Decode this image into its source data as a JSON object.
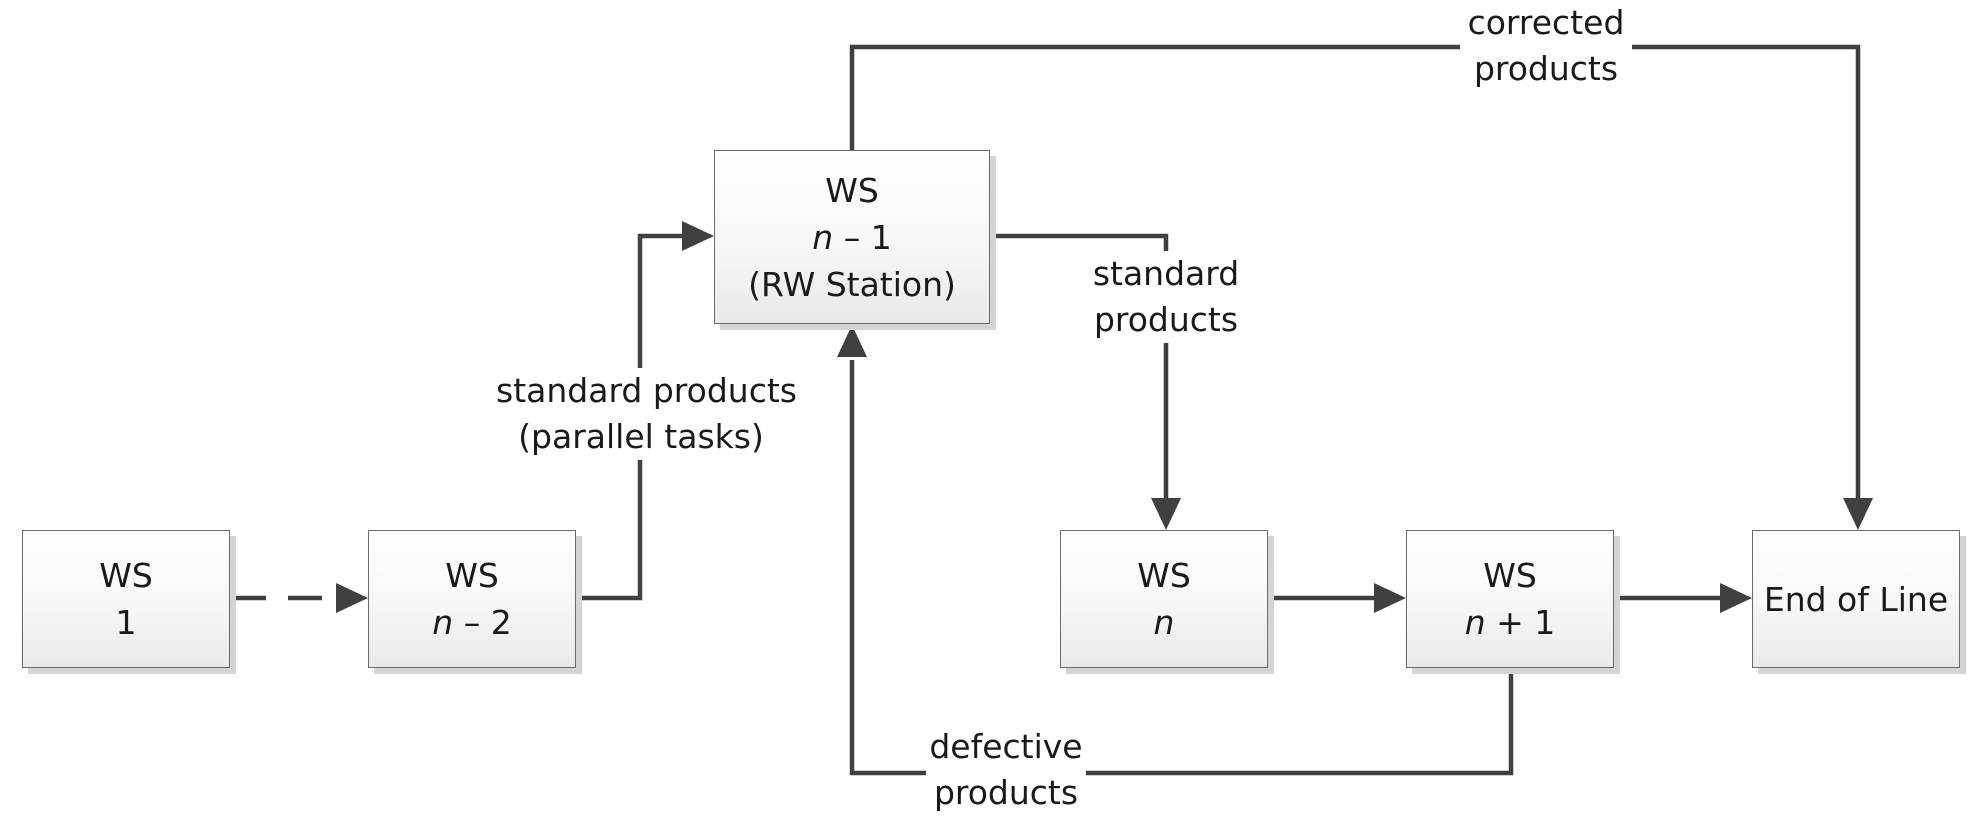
{
  "stations": {
    "ws1": {
      "line1": "WS",
      "line2": "1"
    },
    "ws_n_minus_2": {
      "line1": "WS",
      "line2_var": "n",
      "line2_rest": " – 2"
    },
    "ws_n_minus_1": {
      "line1": "WS",
      "line2_var": "n",
      "line2_rest": " – 1",
      "line3": "(RW Station)"
    },
    "ws_n": {
      "line1": "WS",
      "line2_var": "n"
    },
    "ws_n_plus_1": {
      "line1": "WS",
      "line2_var": "n",
      "line2_rest": " + 1"
    },
    "end_of_line": {
      "line1": "End of Line"
    }
  },
  "labels": {
    "parallel": {
      "line1": "standard products",
      "line2": "(parallel tasks)"
    },
    "standard": {
      "line1": "standard",
      "line2": "products"
    },
    "corrected": {
      "line1": "corrected",
      "line2": "products"
    },
    "defective": {
      "line1": "defective",
      "line2": "products"
    }
  },
  "colors": {
    "line": "#404040",
    "box_border": "#6b6b6b",
    "box_shadow": "#d4d4d4"
  }
}
